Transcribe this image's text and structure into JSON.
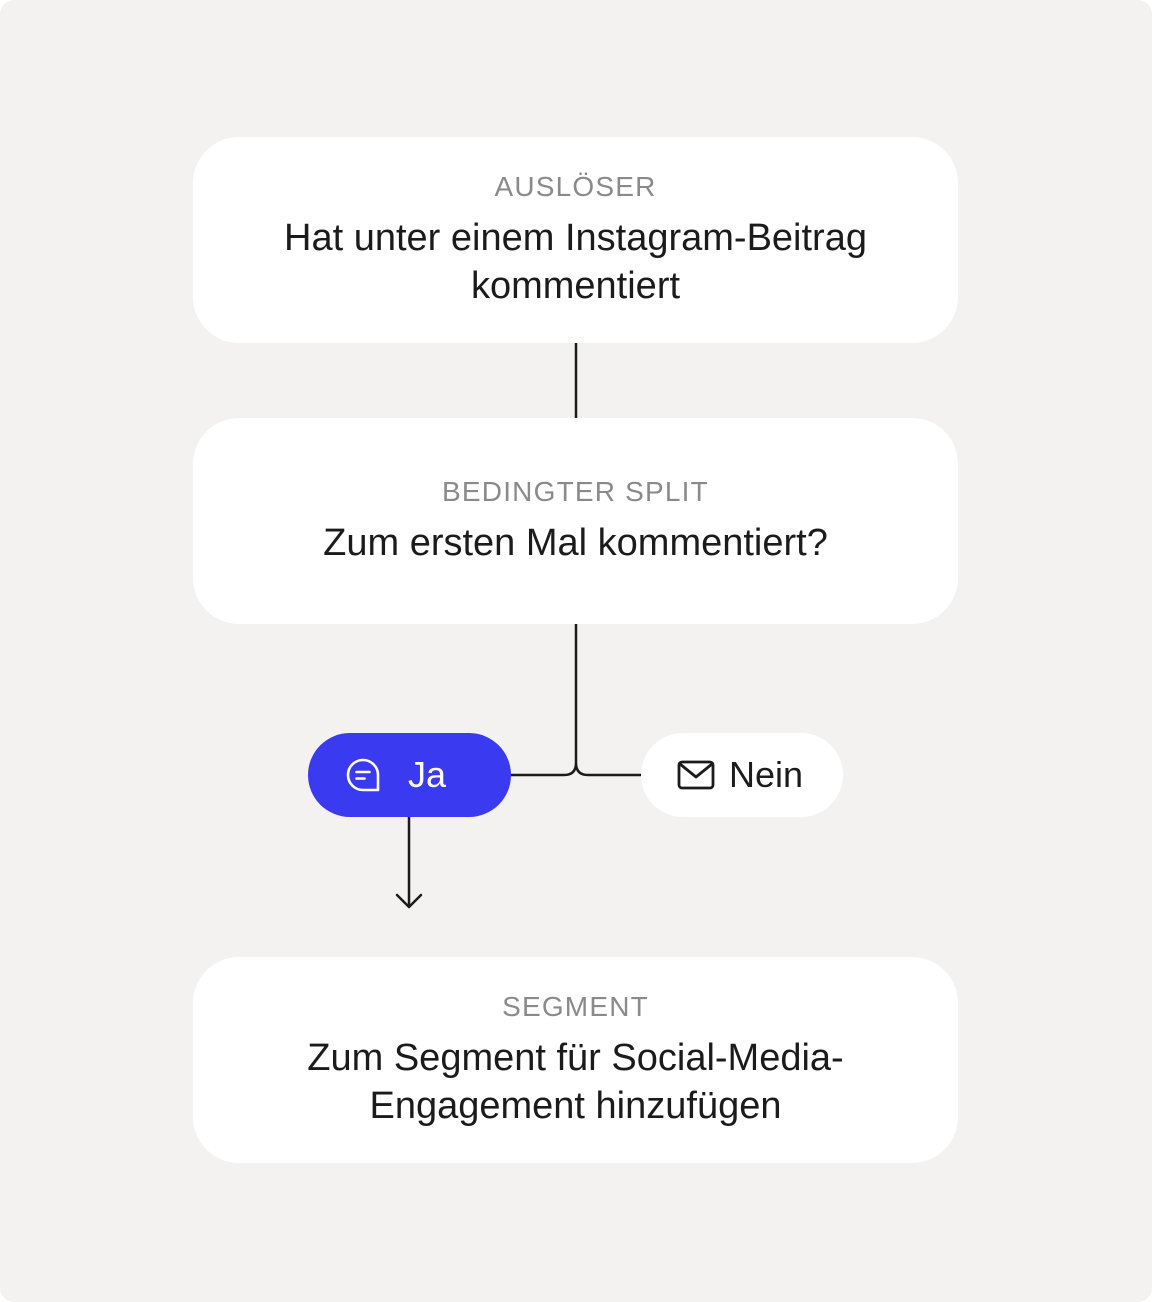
{
  "colors": {
    "background": "#f3f2f1",
    "card": "#ffffff",
    "accent": "#3a3af0",
    "kicker": "#8a8a8a",
    "text": "#1b1b1b",
    "line": "#1b1b1b"
  },
  "trigger": {
    "kicker": "AUSLÖSER",
    "title": "Hat unter einem Instagram-Beitrag kommentiert"
  },
  "split": {
    "kicker": "BEDINGTER SPLIT",
    "title": "Zum ersten Mal kommentiert?"
  },
  "branches": {
    "yes": {
      "label": "Ja",
      "icon": "chat-bubble-icon",
      "active": true
    },
    "no": {
      "label": "Nein",
      "icon": "envelope-icon",
      "active": false
    }
  },
  "segment": {
    "kicker": "SEGMENT",
    "title": "Zum Segment für Social-Media-Engagement hinzufügen"
  }
}
